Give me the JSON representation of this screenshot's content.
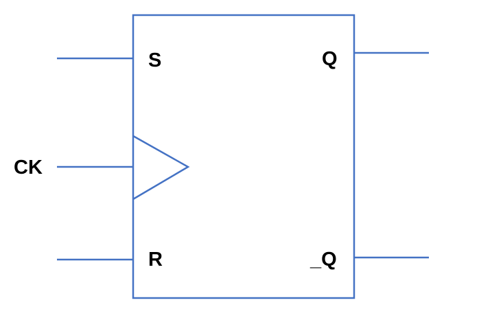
{
  "diagram": {
    "labels": {
      "set": "S",
      "reset": "R",
      "clock": "CK",
      "output": "Q",
      "output_inverted": "_Q"
    },
    "colors": {
      "line": "#4472c4",
      "text": "#000000",
      "background": "#ffffff"
    }
  }
}
